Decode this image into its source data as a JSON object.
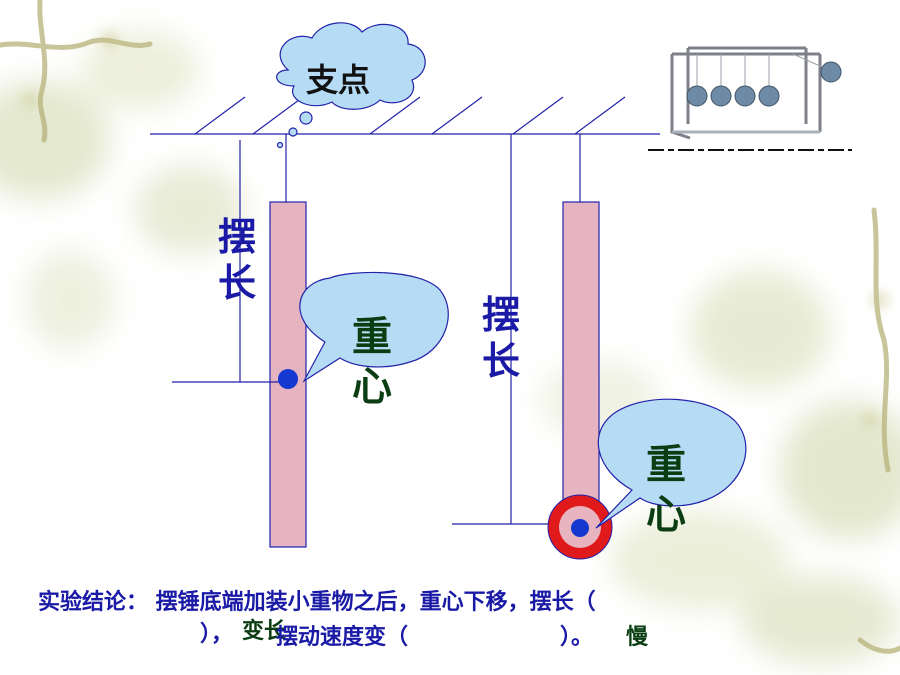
{
  "labels": {
    "pivot": "支点",
    "pendulum_length": "摆长",
    "center_of_gravity": "重心"
  },
  "conclusion": {
    "line1": "实验结论： 摆锤底端加装小重物之后，重心下移，摆长（",
    "line2_part1": "），",
    "line2_part2": "摆动速度变（",
    "line2_part3": "）。",
    "answer_length": "变长",
    "answer_speed": "慢"
  },
  "colors": {
    "line": "#2222aa",
    "rod_fill": "#e6b4c1",
    "bubble_fill": "#b6dcf5",
    "dot": "#1438d0",
    "weight": "#e01a1a",
    "label_blue": "#1a1aa6",
    "label_green": "#0a3d12"
  }
}
